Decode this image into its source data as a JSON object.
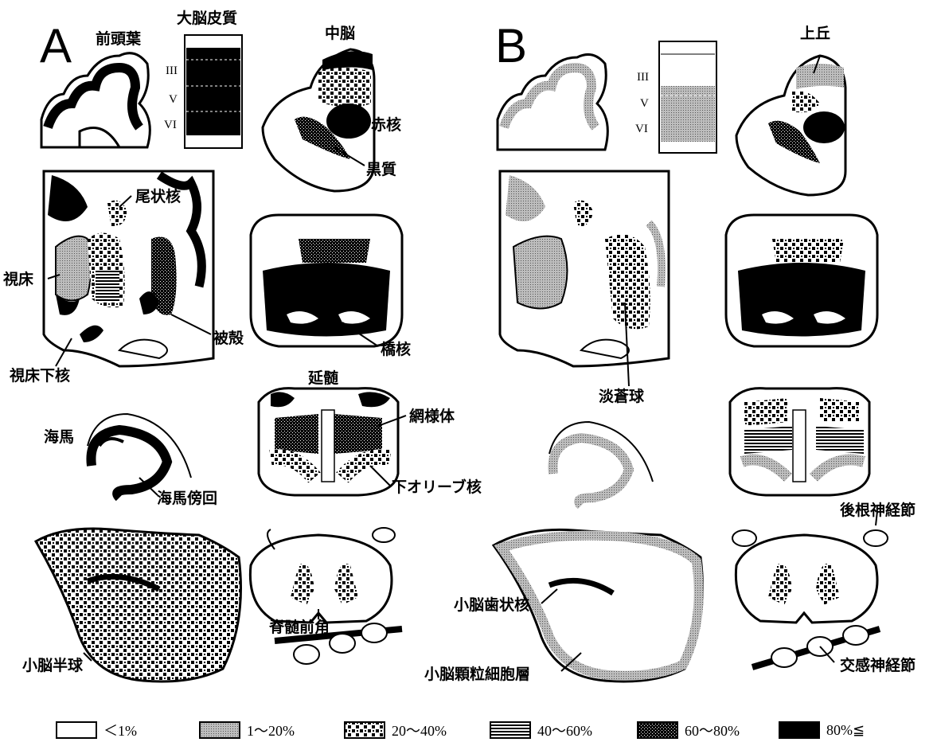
{
  "panels": {
    "a_letter": "A",
    "b_letter": "B"
  },
  "labels": {
    "frontal_lobe": "前頭葉",
    "cerebral_cortex": "大脳皮質",
    "midbrain": "中脳",
    "red_nucleus": "赤核",
    "substantia_nigra": "黒質",
    "caudate": "尾状核",
    "thalamus": "視床",
    "putamen": "被殻",
    "subthalamic": "視床下核",
    "pontine_nuclei": "橋核",
    "medulla": "延髄",
    "reticular": "網様体",
    "hippocampus": "海馬",
    "parahippocampal": "海馬傍回",
    "inferior_olive": "下オリーブ核",
    "cerebellar_hemisphere": "小脳半球",
    "anterior_horn": "脊髄前角",
    "superior_colliculus": "上丘",
    "globus_pallidus": "淡蒼球",
    "dentate": "小脳歯状核",
    "granular_layer": "小脳顆粒細胞層",
    "drg": "後根神経節",
    "sympathetic": "交感神経節"
  },
  "cortex_layers": [
    "III",
    "V",
    "VI"
  ],
  "legend": [
    {
      "text": "＜1%",
      "pattern": "empty"
    },
    {
      "text": "1～20%",
      "pattern": "gray"
    },
    {
      "text": "20～40%",
      "pattern": "checker"
    },
    {
      "text": "40～60%",
      "pattern": "hstripes"
    },
    {
      "text": "60～80%",
      "pattern": "dense"
    },
    {
      "text": "80%≦",
      "pattern": "solid"
    }
  ],
  "colors": {
    "ink": "#000000",
    "gray_fill": "#9a9a9a",
    "paper": "#ffffff"
  }
}
